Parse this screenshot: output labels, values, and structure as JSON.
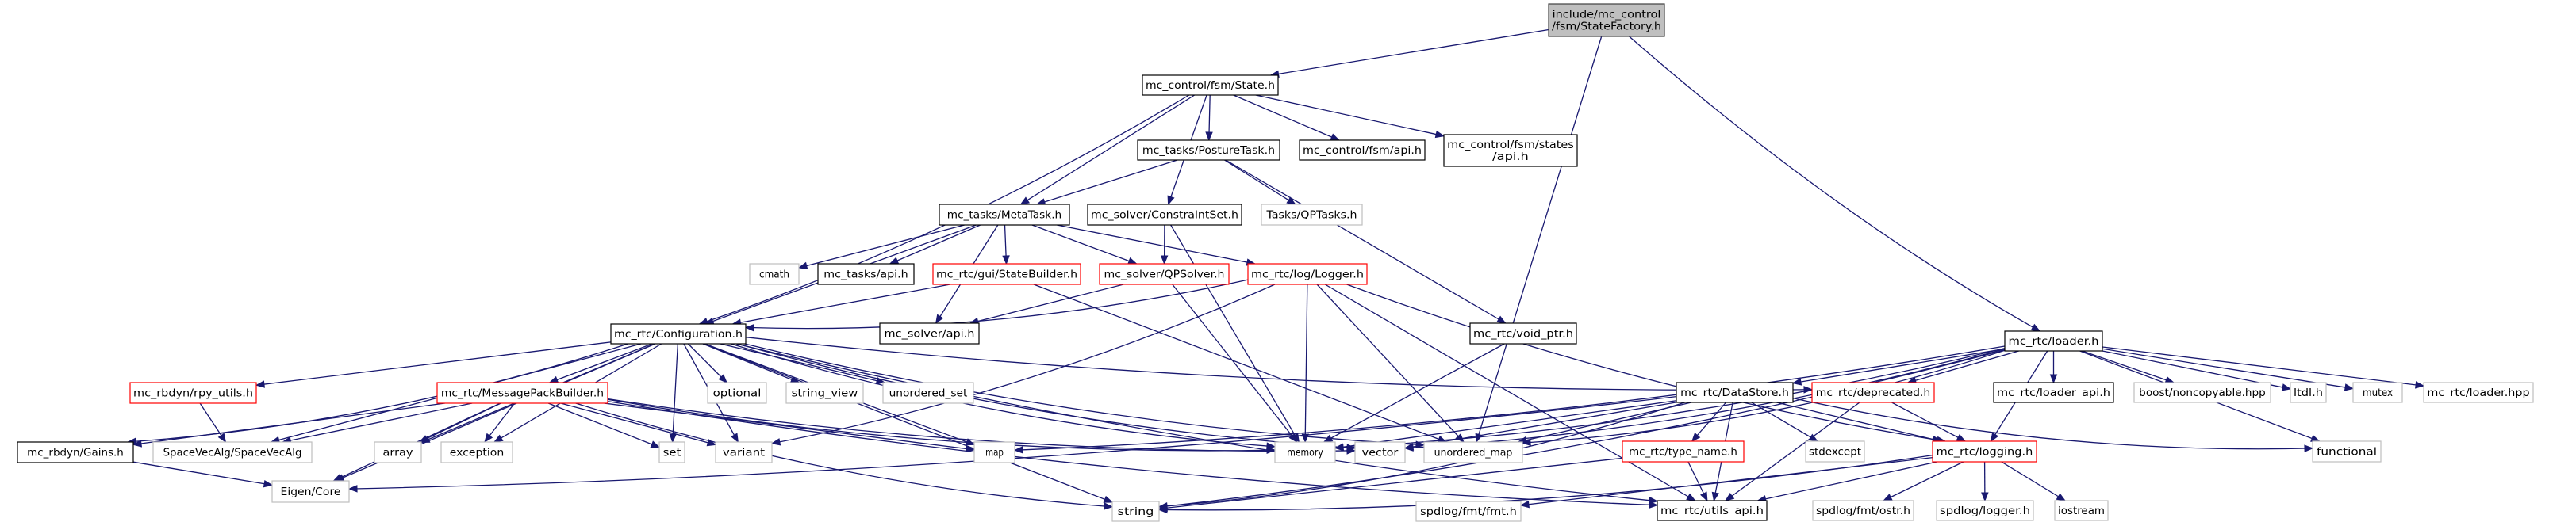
{
  "title": "include/mc_control/fsm/StateFactory.h include dependency graph",
  "colors": {
    "edge": "#191970",
    "root_fill": "#bfbfbf",
    "documented_border": "#000000",
    "undocumented_border": "#ff0000",
    "external_border": "#bfbfbf",
    "external_text": "#000000"
  },
  "nodes": [
    {
      "id": "root",
      "label": [
        "include/mc_control",
        "/fsm/StateFactory.h"
      ],
      "kind": "root"
    },
    {
      "id": "state",
      "label": [
        "mc_control/fsm/State.h"
      ],
      "kind": "doc"
    },
    {
      "id": "loader",
      "label": [
        "mc_rtc/loader.h"
      ],
      "kind": "doc"
    },
    {
      "id": "posture",
      "label": [
        "mc_tasks/PostureTask.h"
      ],
      "kind": "doc"
    },
    {
      "id": "fsmapi",
      "label": [
        "mc_control/fsm/api.h"
      ],
      "kind": "doc"
    },
    {
      "id": "statesapi",
      "label": [
        "mc_control/fsm/states",
        "/api.h"
      ],
      "kind": "doc"
    },
    {
      "id": "metatask",
      "label": [
        "mc_tasks/MetaTask.h"
      ],
      "kind": "doc"
    },
    {
      "id": "constraintset",
      "label": [
        "mc_solver/ConstraintSet.h"
      ],
      "kind": "doc"
    },
    {
      "id": "qptasks",
      "label": [
        "Tasks/QPTasks.h"
      ],
      "kind": "ext"
    },
    {
      "id": "cmath",
      "label": [
        "cmath"
      ],
      "kind": "ext"
    },
    {
      "id": "tasksapi",
      "label": [
        "mc_tasks/api.h"
      ],
      "kind": "doc"
    },
    {
      "id": "statebuilder",
      "label": [
        "mc_rtc/gui/StateBuilder.h"
      ],
      "kind": "undoc"
    },
    {
      "id": "qpsolver",
      "label": [
        "mc_solver/QPSolver.h"
      ],
      "kind": "undoc"
    },
    {
      "id": "logger",
      "label": [
        "mc_rtc/log/Logger.h"
      ],
      "kind": "undoc"
    },
    {
      "id": "configuration",
      "label": [
        "mc_rtc/Configuration.h"
      ],
      "kind": "doc"
    },
    {
      "id": "solverapi",
      "label": [
        "mc_solver/api.h"
      ],
      "kind": "doc"
    },
    {
      "id": "voidptr",
      "label": [
        "mc_rtc/void_ptr.h"
      ],
      "kind": "doc"
    },
    {
      "id": "rpyutils",
      "label": [
        "mc_rbdyn/rpy_utils.h"
      ],
      "kind": "undoc"
    },
    {
      "id": "msgpack",
      "label": [
        "mc_rtc/MessagePackBuilder.h"
      ],
      "kind": "undoc"
    },
    {
      "id": "optional",
      "label": [
        "optional"
      ],
      "kind": "ext"
    },
    {
      "id": "stringview",
      "label": [
        "string_view"
      ],
      "kind": "ext"
    },
    {
      "id": "unorderedset",
      "label": [
        "unordered_set"
      ],
      "kind": "ext"
    },
    {
      "id": "datastore",
      "label": [
        "mc_rtc/DataStore.h"
      ],
      "kind": "doc"
    },
    {
      "id": "deprecated",
      "label": [
        "mc_rtc/deprecated.h"
      ],
      "kind": "undoc"
    },
    {
      "id": "loaderapi",
      "label": [
        "mc_rtc/loader_api.h"
      ],
      "kind": "doc"
    },
    {
      "id": "noncopyable",
      "label": [
        "boost/noncopyable.hpp"
      ],
      "kind": "ext"
    },
    {
      "id": "ltdl",
      "label": [
        "ltdl.h"
      ],
      "kind": "ext"
    },
    {
      "id": "mutex",
      "label": [
        "mutex"
      ],
      "kind": "ext"
    },
    {
      "id": "loaderhpp",
      "label": [
        "mc_rtc/loader.hpp"
      ],
      "kind": "ext"
    },
    {
      "id": "gains",
      "label": [
        "mc_rbdyn/Gains.h"
      ],
      "kind": "doc"
    },
    {
      "id": "spacevecalg",
      "label": [
        "SpaceVecAlg/SpaceVecAlg"
      ],
      "kind": "ext"
    },
    {
      "id": "array",
      "label": [
        "array"
      ],
      "kind": "ext"
    },
    {
      "id": "exception",
      "label": [
        "exception"
      ],
      "kind": "ext"
    },
    {
      "id": "set",
      "label": [
        "set"
      ],
      "kind": "ext"
    },
    {
      "id": "variant",
      "label": [
        "variant"
      ],
      "kind": "ext"
    },
    {
      "id": "map",
      "label": [
        "map"
      ],
      "kind": "ext"
    },
    {
      "id": "memory",
      "label": [
        "memory"
      ],
      "kind": "ext"
    },
    {
      "id": "vector",
      "label": [
        "vector"
      ],
      "kind": "ext"
    },
    {
      "id": "unorderedmap",
      "label": [
        "unordered_map"
      ],
      "kind": "ext"
    },
    {
      "id": "typename",
      "label": [
        "mc_rtc/type_name.h"
      ],
      "kind": "undoc"
    },
    {
      "id": "stdexcept",
      "label": [
        "stdexcept"
      ],
      "kind": "ext"
    },
    {
      "id": "logging",
      "label": [
        "mc_rtc/logging.h"
      ],
      "kind": "undoc"
    },
    {
      "id": "functional",
      "label": [
        "functional"
      ],
      "kind": "ext"
    },
    {
      "id": "eigencore",
      "label": [
        "Eigen/Core"
      ],
      "kind": "ext"
    },
    {
      "id": "string",
      "label": [
        "string"
      ],
      "kind": "ext"
    },
    {
      "id": "fmt",
      "label": [
        "spdlog/fmt/fmt.h"
      ],
      "kind": "ext"
    },
    {
      "id": "utilsapi",
      "label": [
        "mc_rtc/utils_api.h"
      ],
      "kind": "doc"
    },
    {
      "id": "ostr",
      "label": [
        "spdlog/fmt/ostr.h"
      ],
      "kind": "ext"
    },
    {
      "id": "spdlogger",
      "label": [
        "spdlog/logger.h"
      ],
      "kind": "ext"
    },
    {
      "id": "iostream",
      "label": [
        "iostream"
      ],
      "kind": "ext"
    }
  ],
  "edges": [
    [
      "root",
      "state"
    ],
    [
      "root",
      "unorderedmap"
    ],
    [
      "root",
      "loader"
    ],
    [
      "state",
      "configuration"
    ],
    [
      "state",
      "metatask"
    ],
    [
      "state",
      "posture"
    ],
    [
      "state",
      "fsmapi"
    ],
    [
      "state",
      "statesapi"
    ],
    [
      "state",
      "constraintset"
    ],
    [
      "posture",
      "metatask"
    ],
    [
      "posture",
      "qptasks"
    ],
    [
      "posture",
      "voidptr"
    ],
    [
      "metatask",
      "configuration"
    ],
    [
      "metatask",
      "cmath"
    ],
    [
      "metatask",
      "tasksapi"
    ],
    [
      "metatask",
      "statebuilder"
    ],
    [
      "metatask",
      "qpsolver"
    ],
    [
      "metatask",
      "logger"
    ],
    [
      "metatask",
      "solverapi"
    ],
    [
      "constraintset",
      "qpsolver"
    ],
    [
      "constraintset",
      "memory"
    ],
    [
      "statebuilder",
      "configuration"
    ],
    [
      "statebuilder",
      "unorderedmap"
    ],
    [
      "qpsolver",
      "solverapi"
    ],
    [
      "qpsolver",
      "memory"
    ],
    [
      "logger",
      "configuration"
    ],
    [
      "logger",
      "memory"
    ],
    [
      "logger",
      "variant"
    ],
    [
      "logger",
      "unorderedmap"
    ],
    [
      "logger",
      "utilsapi"
    ],
    [
      "logger",
      "logging"
    ],
    [
      "voidptr",
      "memory"
    ],
    [
      "configuration",
      "rpyutils"
    ],
    [
      "configuration",
      "msgpack"
    ],
    [
      "configuration",
      "gains"
    ],
    [
      "configuration",
      "spacevecalg"
    ],
    [
      "configuration",
      "eigencore"
    ],
    [
      "configuration",
      "array"
    ],
    [
      "configuration",
      "exception"
    ],
    [
      "configuration",
      "set"
    ],
    [
      "configuration",
      "variant"
    ],
    [
      "configuration",
      "map"
    ],
    [
      "configuration",
      "memory"
    ],
    [
      "configuration",
      "vector"
    ],
    [
      "configuration",
      "string"
    ],
    [
      "configuration",
      "optional"
    ],
    [
      "configuration",
      "stringview"
    ],
    [
      "configuration",
      "unorderedset"
    ],
    [
      "configuration",
      "unorderedmap"
    ],
    [
      "configuration",
      "utilsapi"
    ],
    [
      "configuration",
      "deprecated"
    ],
    [
      "rpyutils",
      "spacevecalg"
    ],
    [
      "msgpack",
      "gains"
    ],
    [
      "msgpack",
      "spacevecalg"
    ],
    [
      "msgpack",
      "eigencore"
    ],
    [
      "msgpack",
      "array"
    ],
    [
      "msgpack",
      "exception"
    ],
    [
      "msgpack",
      "set"
    ],
    [
      "msgpack",
      "variant"
    ],
    [
      "msgpack",
      "map"
    ],
    [
      "msgpack",
      "memory"
    ],
    [
      "msgpack",
      "vector"
    ],
    [
      "msgpack",
      "string"
    ],
    [
      "msgpack",
      "utilsapi"
    ],
    [
      "gains",
      "eigencore"
    ],
    [
      "loader",
      "datastore"
    ],
    [
      "loader",
      "deprecated"
    ],
    [
      "loader",
      "loaderapi"
    ],
    [
      "loader",
      "noncopyable"
    ],
    [
      "loader",
      "ltdl"
    ],
    [
      "loader",
      "mutex"
    ],
    [
      "loader",
      "loaderhpp"
    ],
    [
      "loader",
      "logging"
    ],
    [
      "loader",
      "functional"
    ],
    [
      "loader",
      "map"
    ],
    [
      "loader",
      "memory"
    ],
    [
      "loader",
      "vector"
    ],
    [
      "loader",
      "unorderedmap"
    ],
    [
      "loader",
      "string"
    ],
    [
      "datastore",
      "typename"
    ],
    [
      "datastore",
      "stdexcept"
    ],
    [
      "datastore",
      "logging"
    ],
    [
      "datastore",
      "functional"
    ],
    [
      "datastore",
      "utilsapi"
    ],
    [
      "datastore",
      "memory"
    ],
    [
      "datastore",
      "vector"
    ],
    [
      "datastore",
      "unorderedmap"
    ],
    [
      "datastore",
      "string"
    ],
    [
      "datastore",
      "eigencore"
    ],
    [
      "deprecated",
      "logging"
    ],
    [
      "deprecated",
      "utilsapi"
    ],
    [
      "typename",
      "string"
    ],
    [
      "typename",
      "utilsapi"
    ],
    [
      "logging",
      "fmt"
    ],
    [
      "logging",
      "ostr"
    ],
    [
      "logging",
      "spdlogger"
    ],
    [
      "logging",
      "iostream"
    ],
    [
      "logging",
      "utilsapi"
    ],
    [
      "logging",
      "string"
    ]
  ]
}
